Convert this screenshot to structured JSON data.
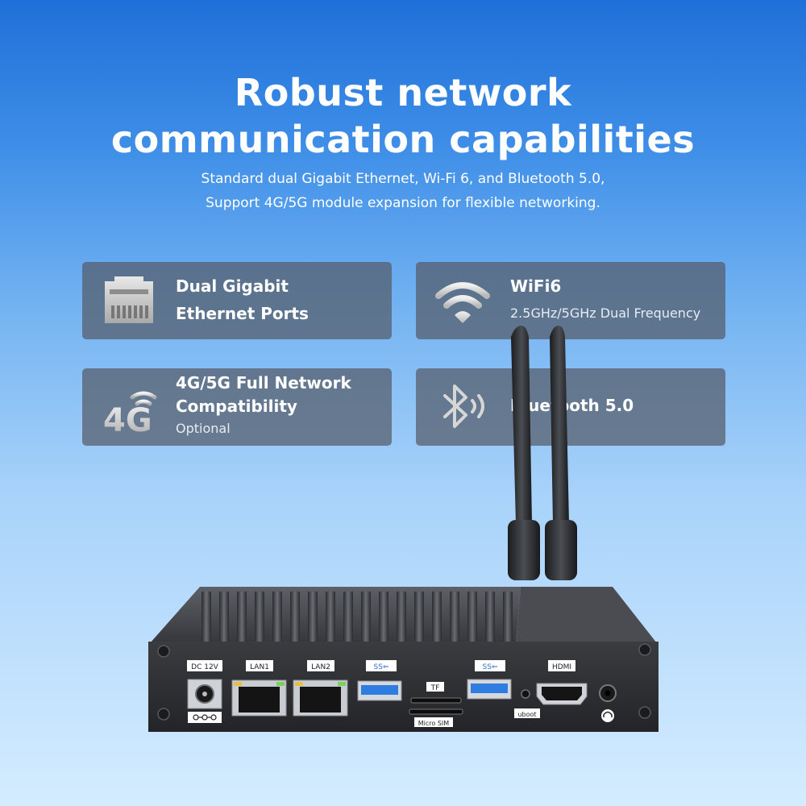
{
  "headline": {
    "line1": "Robust network",
    "line2": "communication capabilities"
  },
  "subtitle": {
    "line1": "Standard dual Gigabit Ethernet, Wi-Fi 6, and Bluetooth 5.0,",
    "line2": "Support 4G/5G module expansion for flexible networking."
  },
  "features": {
    "ethernet": {
      "icon": "ethernet-port-icon",
      "title_line1": "Dual Gigabit",
      "title_line2": "Ethernet Ports"
    },
    "wifi": {
      "icon": "wifi-icon",
      "title": "WiFi6",
      "subtitle": "2.5GHz/5GHz Dual Frequency"
    },
    "cellular": {
      "icon": "4g-signal-icon",
      "icon_text": "4G",
      "title_line1": "4G/5G Full Network",
      "title_line2": "Compatibility",
      "subtitle": "Optional"
    },
    "bluetooth": {
      "icon": "bluetooth-icon",
      "title": "Bluetooth 5.0"
    }
  },
  "device_labels": {
    "dc": "DC 12V",
    "lan1": "LAN1",
    "lan2": "LAN2",
    "usb1": "SS⇐",
    "tf": "TF",
    "usb2": "SS⇐",
    "hdmi": "HDMI",
    "uboot": "uboot",
    "micro_sim": "Micro SIM"
  },
  "colors": {
    "background_top": "#1f6fd9",
    "background_bottom": "#d4ecff",
    "card": "#555c68",
    "device_body": "#2b2d31",
    "usb_blue": "#2f7de1"
  }
}
